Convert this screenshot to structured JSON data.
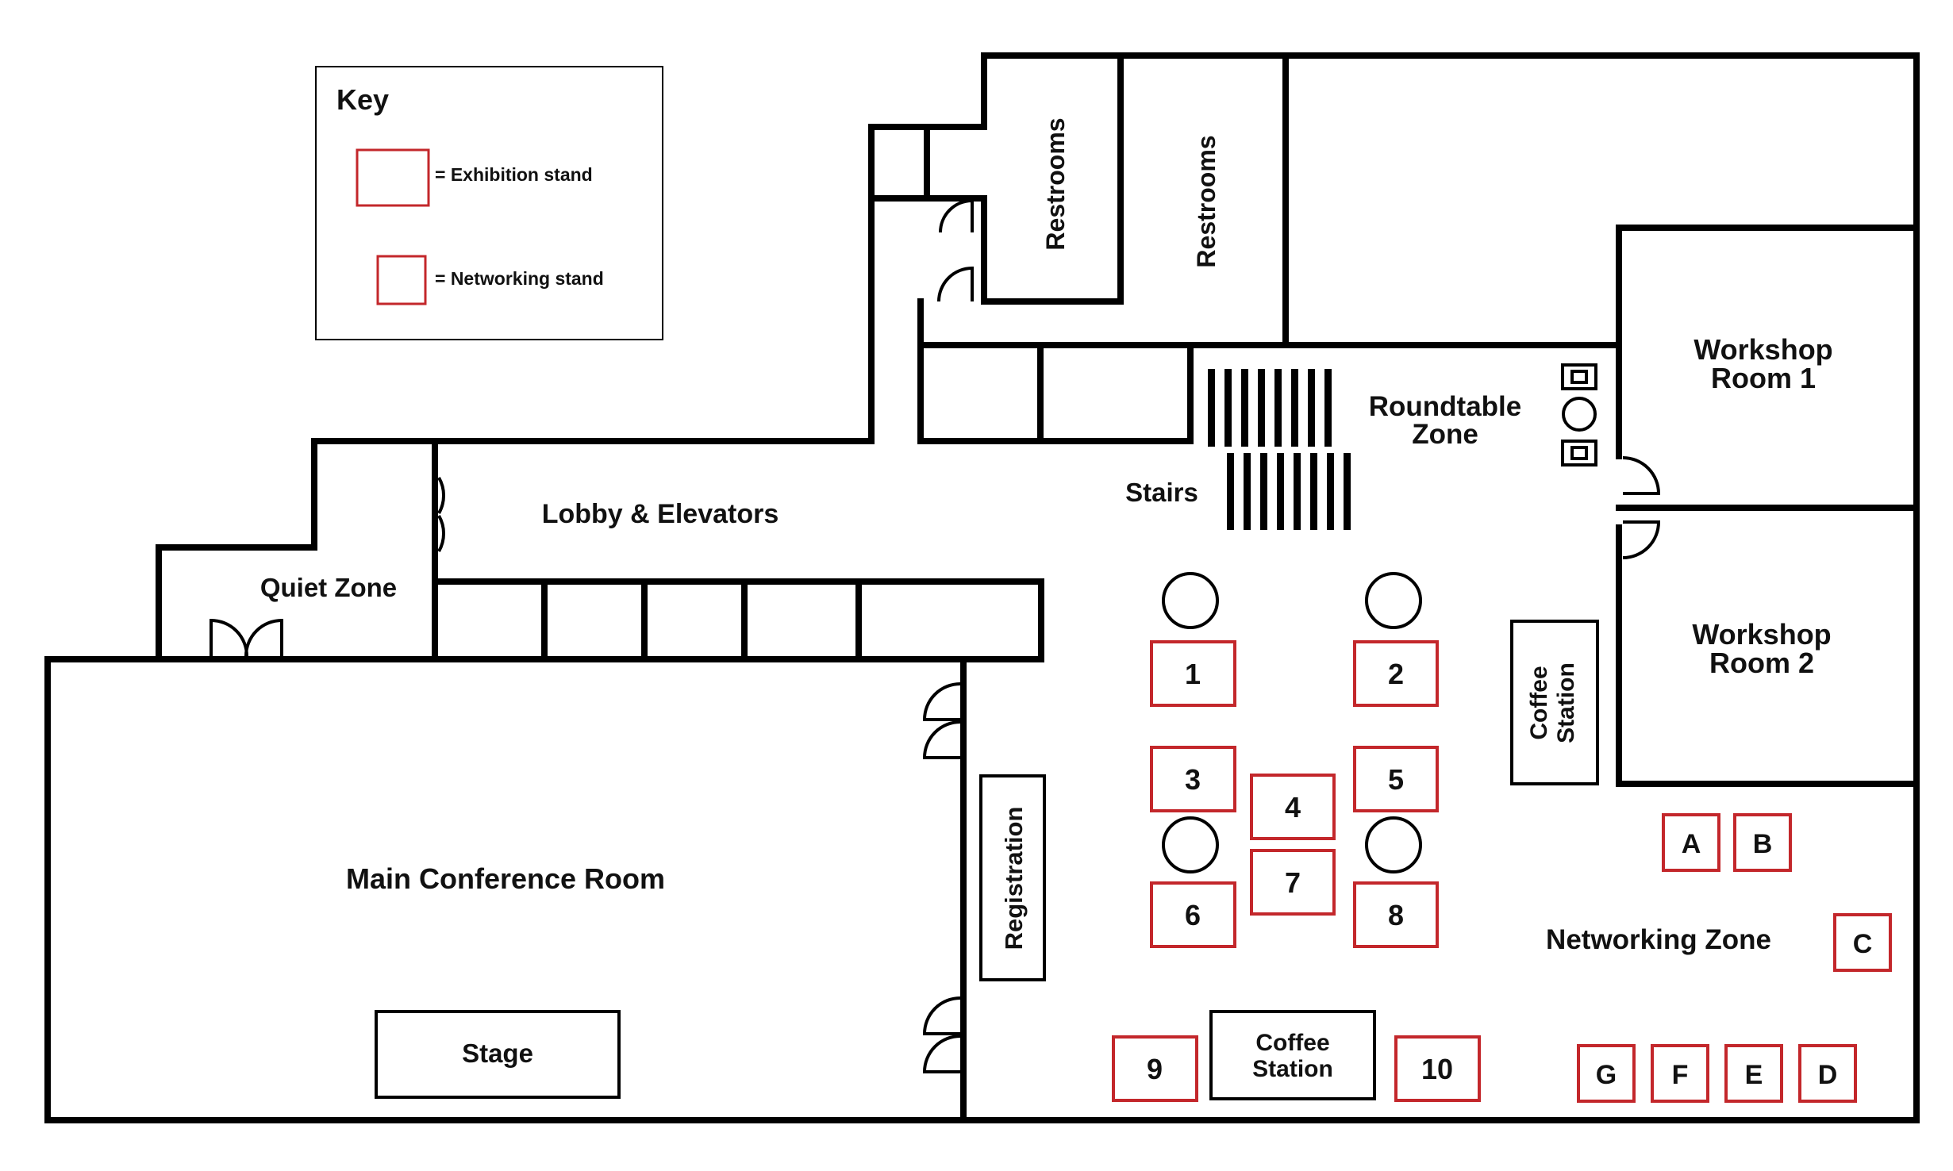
{
  "key": {
    "title": "Key",
    "exhibition_label": "= Exhibition stand",
    "networking_label": "= Networking stand",
    "stand_color": "#c3272b"
  },
  "rooms": {
    "restrooms_1": "Restrooms",
    "restrooms_2": "Restrooms",
    "workshop_1": [
      "Workshop",
      "Room 1"
    ],
    "workshop_2": [
      "Workshop",
      "Room 2"
    ],
    "roundtable": [
      "Roundtable",
      "Zone"
    ],
    "stairs": "Stairs",
    "lobby": "Lobby & Elevators",
    "quiet": "Quiet Zone",
    "main_conference": "Main Conference Room",
    "stage": "Stage",
    "registration": "Registration",
    "coffee_station_vertical": [
      "Coffee",
      "Station"
    ],
    "coffee_station_bottom": [
      "Coffee",
      "Station"
    ],
    "networking_zone": "Networking Zone"
  },
  "exhibition_stands": [
    "1",
    "2",
    "3",
    "4",
    "5",
    "6",
    "7",
    "8",
    "9",
    "10"
  ],
  "networking_stands": [
    "A",
    "B",
    "C",
    "D",
    "E",
    "F",
    "G"
  ]
}
